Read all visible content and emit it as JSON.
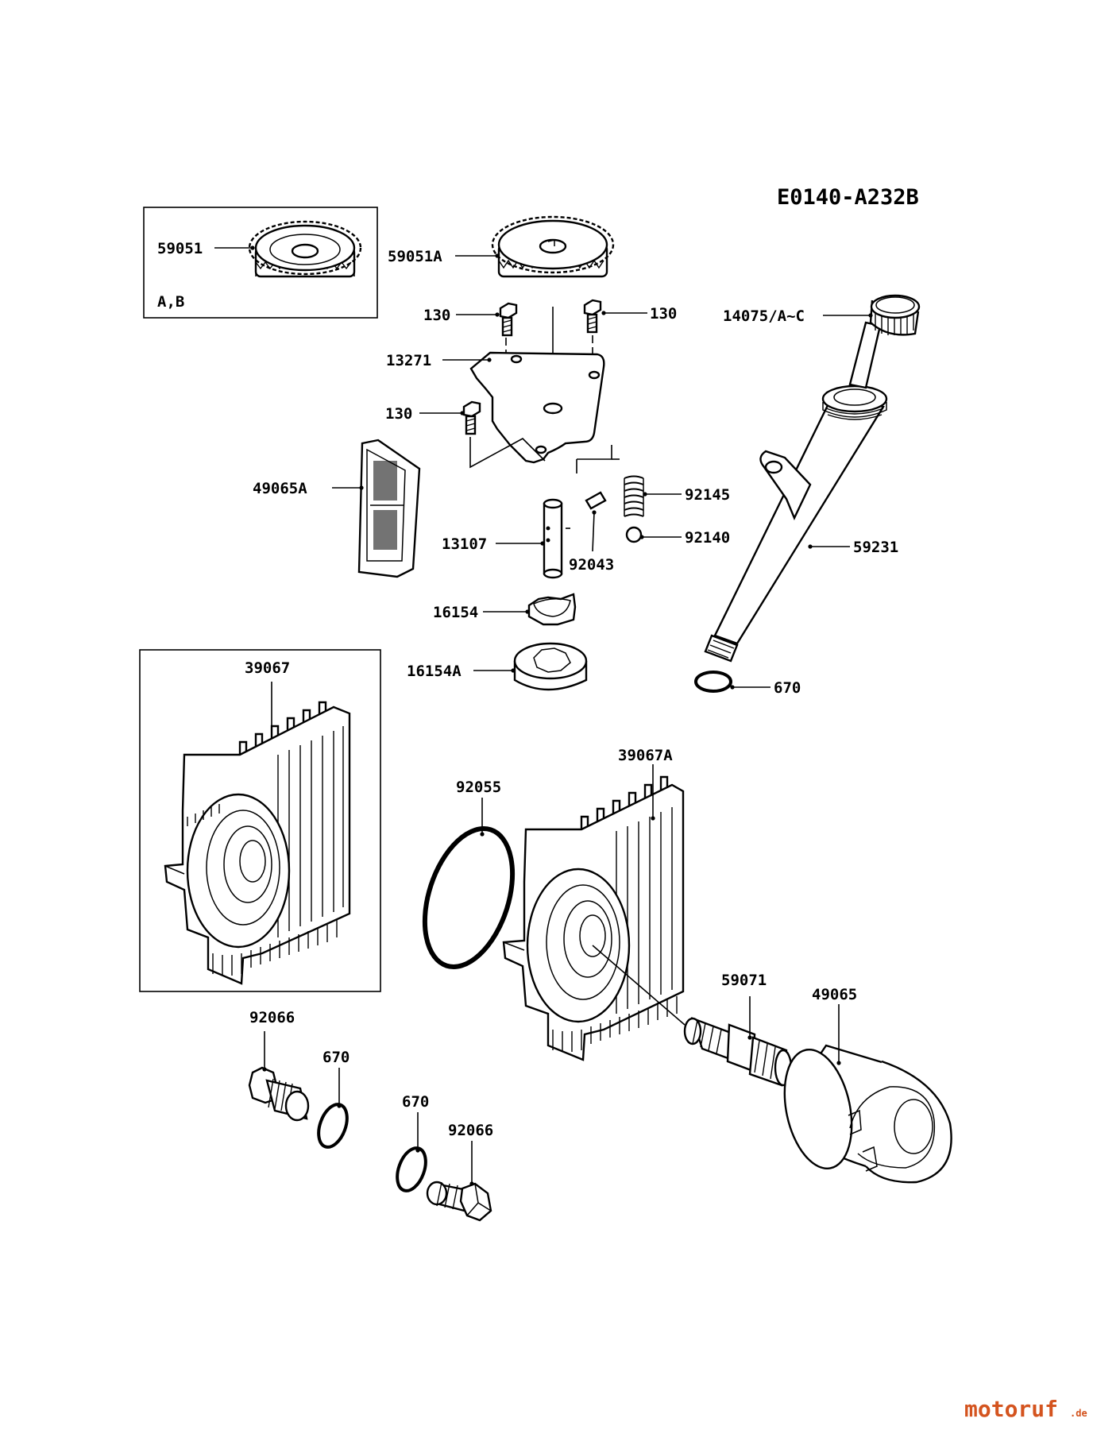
{
  "diagram_code": "E0140-A232B",
  "labels": {
    "p59051": "59051",
    "ab": "A,B",
    "p59051A": "59051A",
    "p130_a": "130",
    "p130_b": "130",
    "p130_c": "130",
    "p13271": "13271",
    "p14075": "14075/A~C",
    "p49065A": "49065A",
    "p92145": "92145",
    "p92140": "92140",
    "p13107": "13107",
    "p92043": "92043",
    "p59231": "59231",
    "p16154": "16154",
    "p16154A": "16154A",
    "p670_a": "670",
    "p39067": "39067",
    "p39067A": "39067A",
    "p92055": "92055",
    "p59071": "59071",
    "p49065": "49065",
    "p92066_a": "92066",
    "p670_b": "670",
    "p670_c": "670",
    "p92066_b": "92066"
  },
  "watermark": {
    "brand": "motoruf",
    "tld": ".de"
  }
}
